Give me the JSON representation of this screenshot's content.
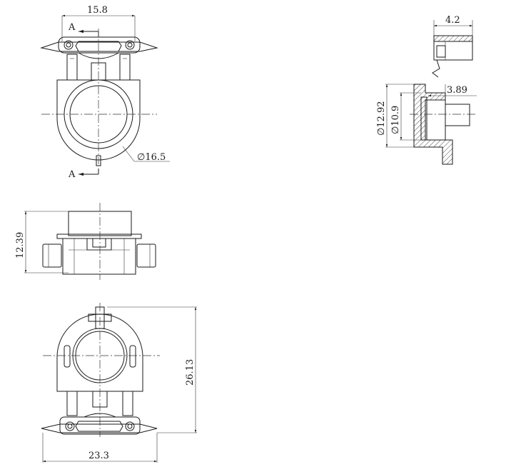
{
  "drawing": {
    "dimensions": {
      "top_width": "15.8",
      "ring_diameter": "∅16.5",
      "side_depth": "4.2",
      "side_step": "3.89",
      "outer_diameter": "∅12.92",
      "inner_diameter": "∅10.9",
      "height": "12.39",
      "overall_height": "26.13",
      "overall_width": "23.3"
    },
    "section_labels": {
      "top": "A",
      "bottom": "A"
    }
  }
}
